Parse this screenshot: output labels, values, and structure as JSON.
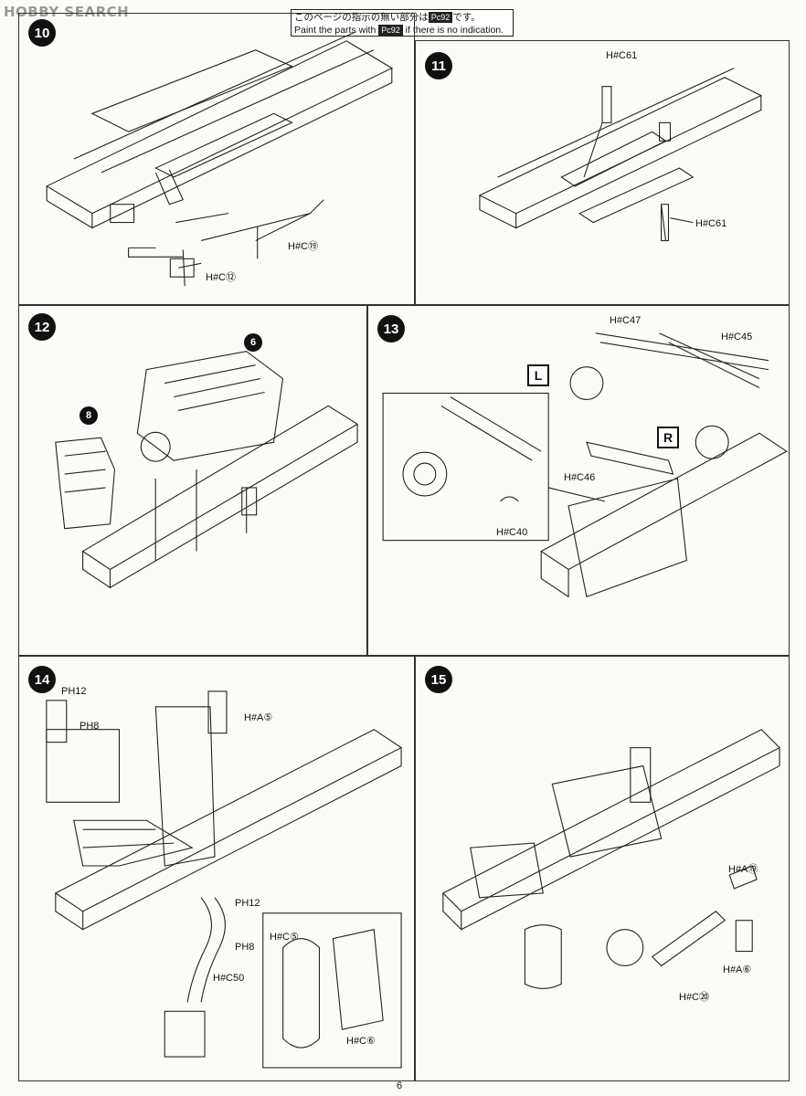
{
  "watermark": "HOBBY SEARCH",
  "note": {
    "line1_pre": "このページの指示の無い部分は",
    "line1_badge": "Pc92",
    "line1_post": "です。",
    "line2_pre": "Paint the parts with",
    "line2_badge": "Pc92",
    "line2_post": "if there is no indication."
  },
  "steps": {
    "s10": {
      "number": "10",
      "labels": {
        "c19": "H#C⑲",
        "c12": "H#C⑫"
      }
    },
    "s11": {
      "number": "11",
      "labels": {
        "c61_top": "H#C61",
        "c61_bottom": "H#C61"
      }
    },
    "s12": {
      "number": "12",
      "callouts": {
        "engine": "6",
        "radiator": "8"
      }
    },
    "s13": {
      "number": "13",
      "labels": {
        "c47": "H#C47",
        "c45": "H#C45",
        "c46": "H#C46",
        "c40": "H#C40",
        "left": "L",
        "right": "R"
      }
    },
    "s14": {
      "number": "14",
      "labels": {
        "a5": "H#A⑤",
        "ph12_top": "PH12",
        "ph8_top": "PH8",
        "ph12": "PH12",
        "ph8": "PH8",
        "c50": "H#C50",
        "c5": "H#C⑤",
        "c6": "H#C⑥"
      }
    },
    "s15": {
      "number": "15",
      "labels": {
        "a19": "H#A⑲",
        "a6": "H#A⑥",
        "c20": "H#C⑳"
      }
    }
  },
  "page_number": "6",
  "colors": {
    "ink": "#111111",
    "paper": "#fbfbf8",
    "watermark": "#9a9a9a"
  }
}
